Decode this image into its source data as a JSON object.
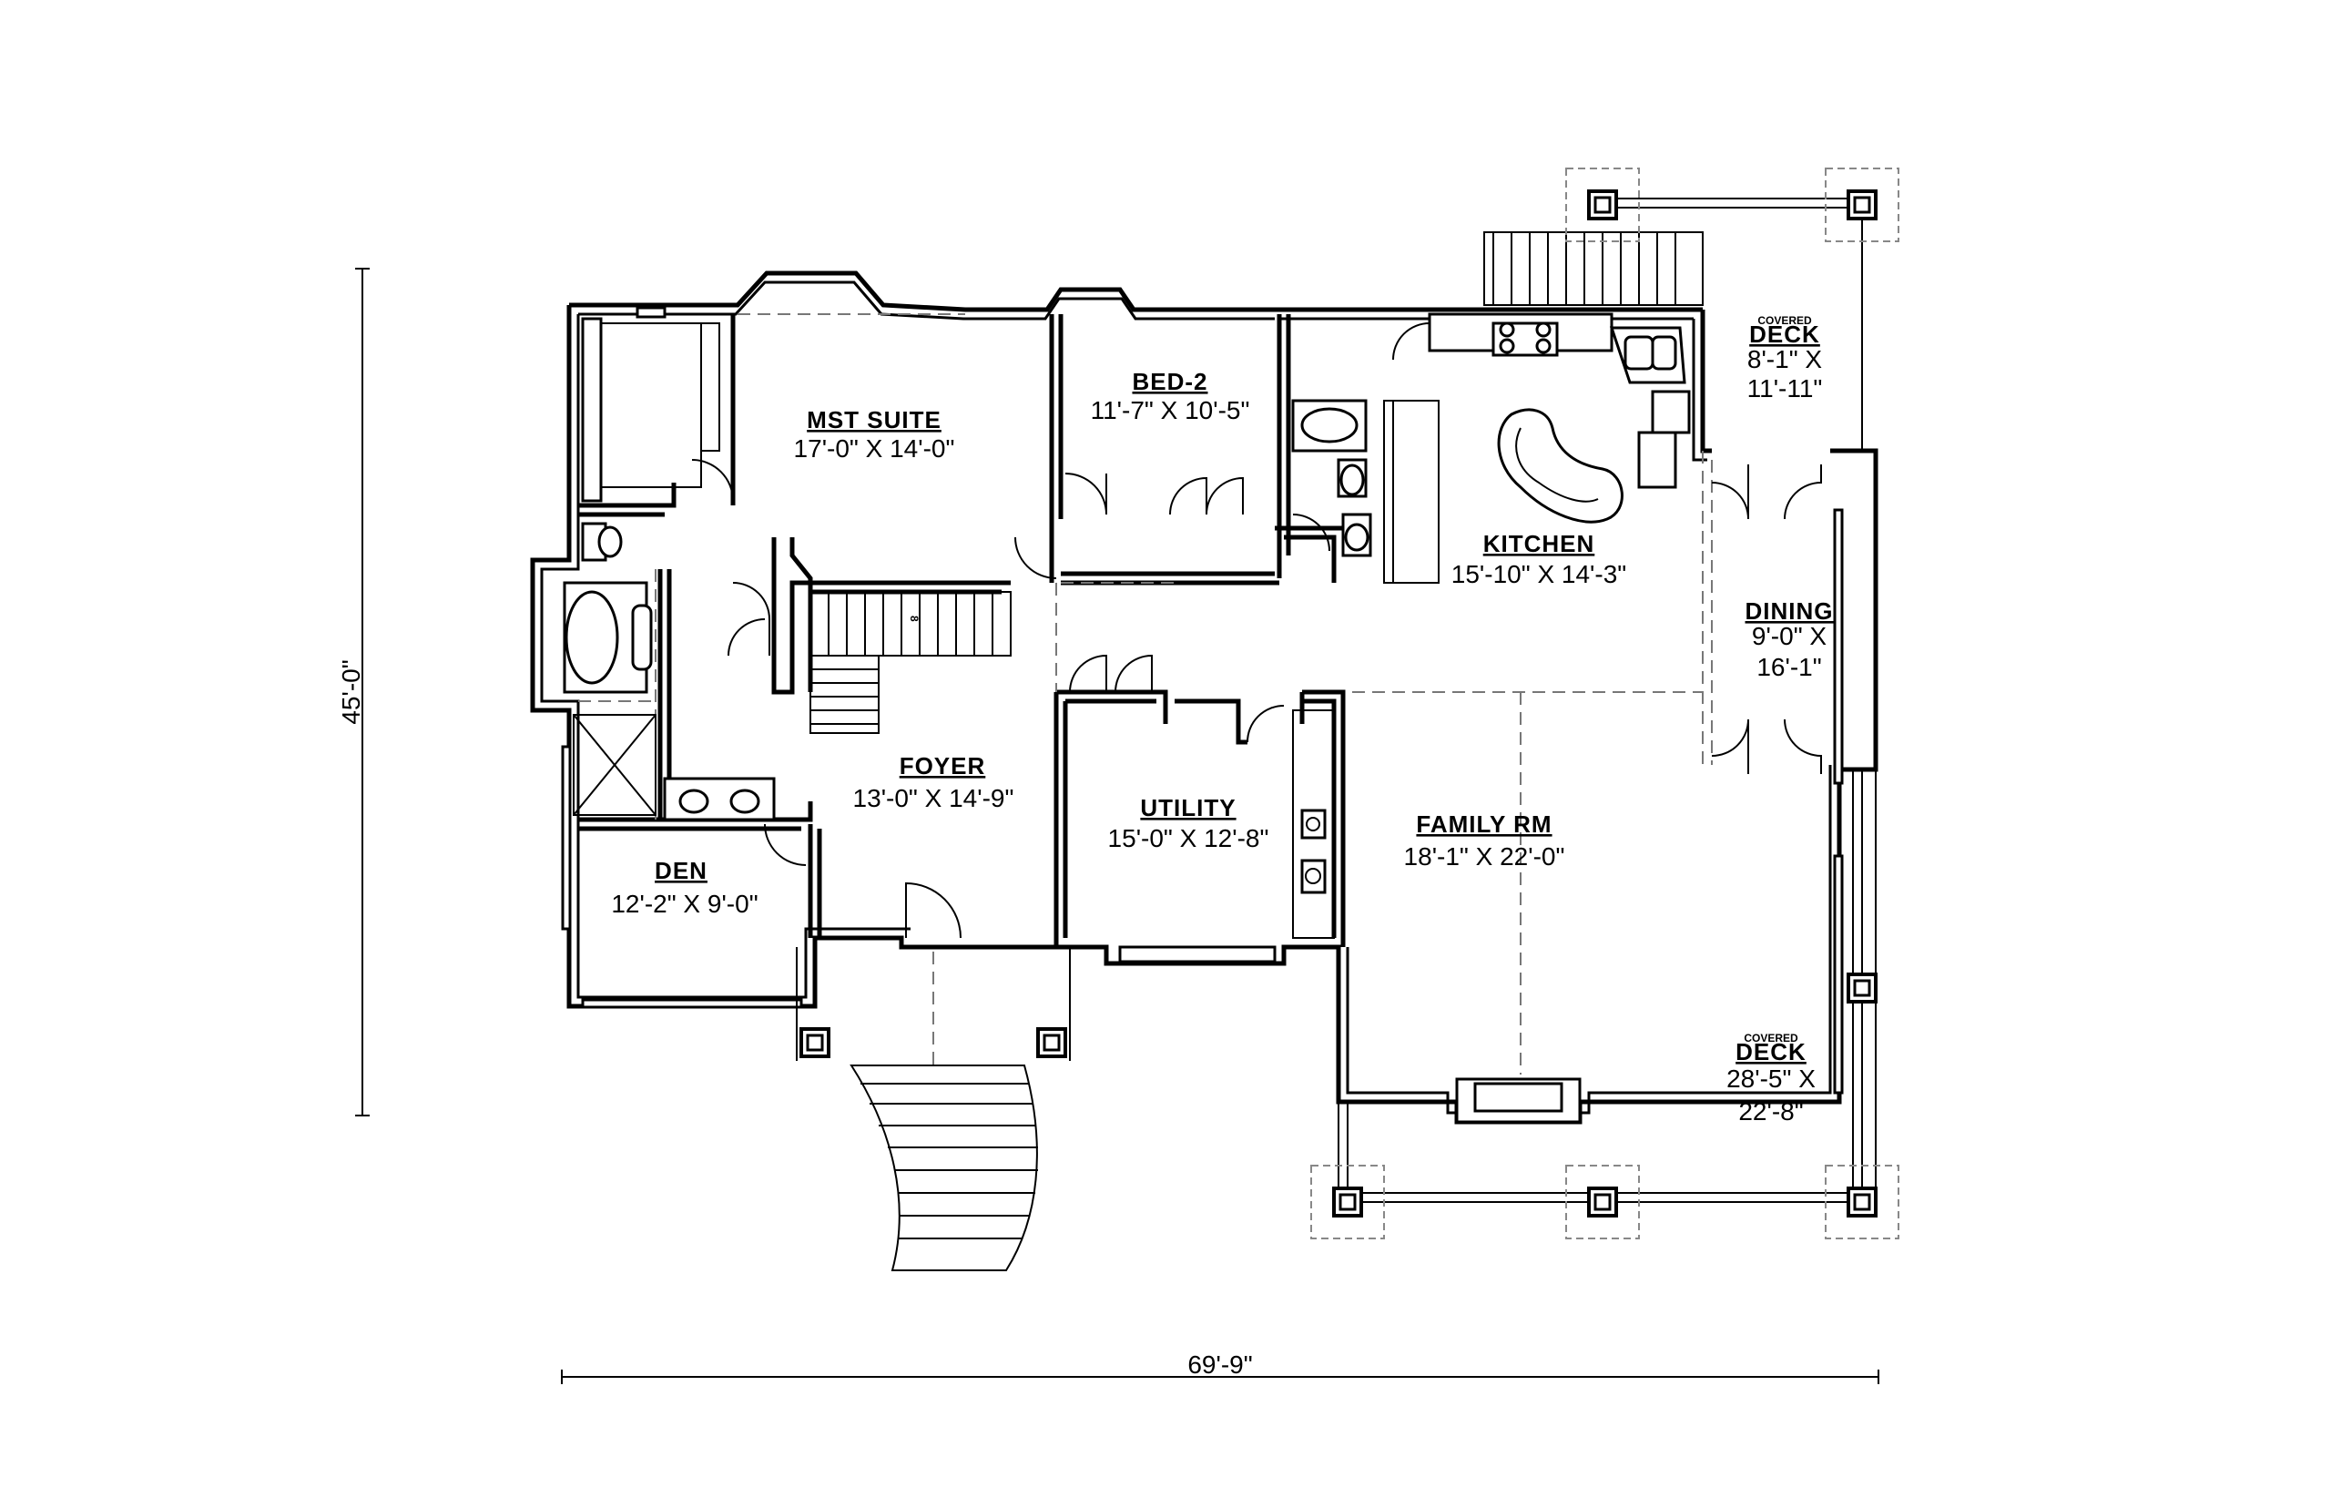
{
  "rooms": {
    "master_suite": {
      "name": "MST SUITE",
      "dims": "17'-0\" X 14'-0\""
    },
    "bed_2": {
      "name": "BED-2",
      "dims": "11'-7\" X 10'-5\""
    },
    "kitchen": {
      "name": "KITCHEN",
      "dims": "15'-10\" X 14'-3\""
    },
    "covered_deck_top": {
      "caption": "COVERED",
      "name": "DECK",
      "dims_line1": "8'-1\" X",
      "dims_line2": "11'-11\""
    },
    "dining": {
      "name": "DINING",
      "dims_line1": "9'-0\" X",
      "dims_line2": "16'-1\""
    },
    "foyer": {
      "name": "FOYER",
      "dims": "13'-0\" X 14'-9\""
    },
    "utility": {
      "name": "UTILITY",
      "dims": "15'-0\" X 12'-8\""
    },
    "family_room": {
      "name": "FAMILY RM",
      "dims": "18'-1\" X 22'-0\""
    },
    "den": {
      "name": "DEN",
      "dims": "12'-2\" X 9'-0\""
    },
    "covered_deck_bottom": {
      "caption": "COVERED",
      "name": "DECK",
      "dims_line1": "28'-5\" X",
      "dims_line2": "22'-8\""
    }
  },
  "dimensions": {
    "overall_width": "69'-9\"",
    "overall_depth": "45'-0\""
  },
  "stair_label": "8"
}
